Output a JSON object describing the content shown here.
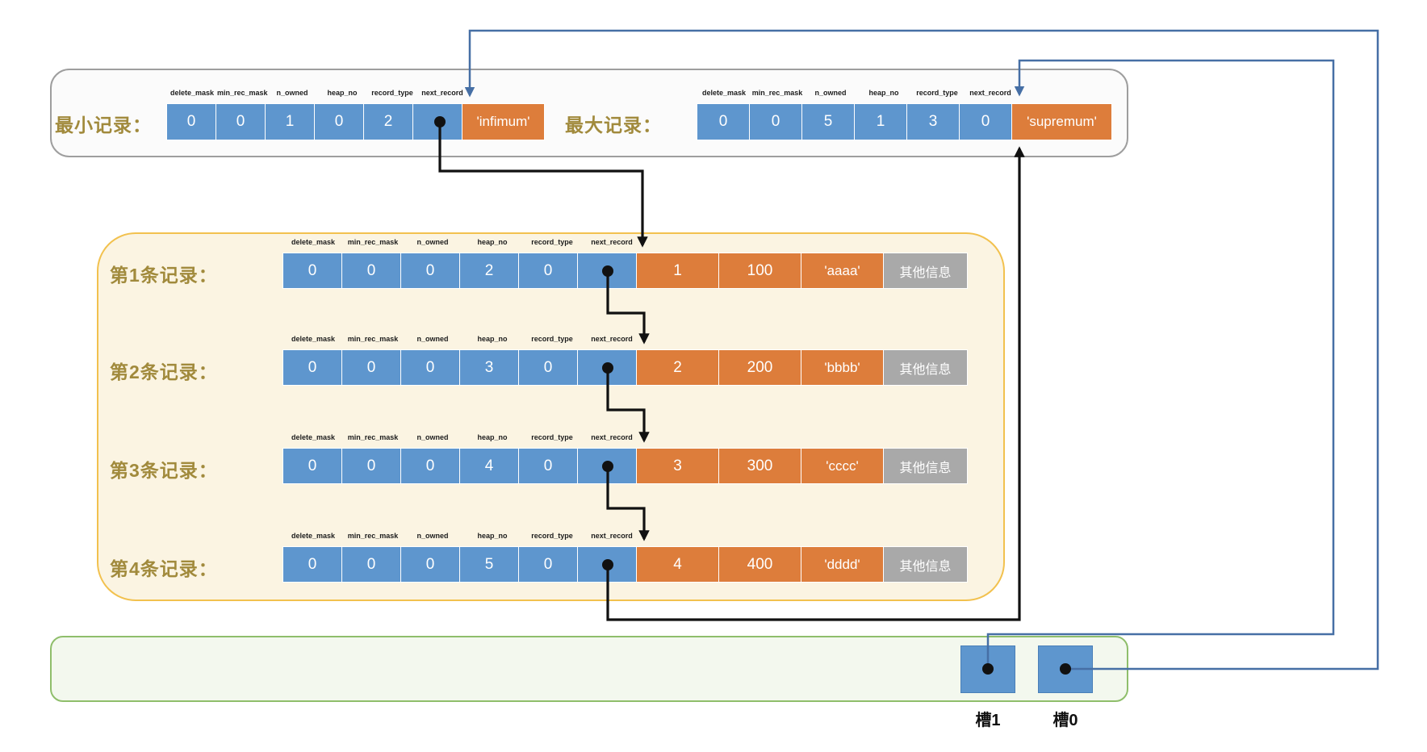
{
  "colors": {
    "cell_blue": "#5E96CE",
    "cell_orange": "#DD7D3B",
    "cell_gray": "#A9A9A9",
    "label_gold": "#A18A3C",
    "connector_blue": "#466FA5",
    "connector_black": "#111111",
    "gray_box_border": "#9e9e9e",
    "yellow_box_border": "#F2C14E",
    "yellow_box_fill": "#FBF4E2",
    "green_box_border": "#8FBE6B",
    "green_box_fill": "#F3F8EE"
  },
  "field_labels": [
    "delete_mask",
    "min_rec_mask",
    "n_owned",
    "heap_no",
    "record_type",
    "next_record"
  ],
  "system_records": {
    "min": {
      "label": "最小记录：",
      "values": [
        "0",
        "0",
        "1",
        "0",
        "2"
      ],
      "next_record_icon": "pointer-dot-icon",
      "data": "'infimum'"
    },
    "max": {
      "label": "最大记录：",
      "values": [
        "0",
        "0",
        "5",
        "1",
        "3",
        "0"
      ],
      "data": "'supremum'"
    }
  },
  "user_records": [
    {
      "label": "第1条记录：",
      "header": [
        "0",
        "0",
        "0",
        "2",
        "0"
      ],
      "next_record_icon": "pointer-dot-icon",
      "fields": [
        "1",
        "100",
        "'aaaa'"
      ],
      "extra": "其他信息"
    },
    {
      "label": "第2条记录：",
      "header": [
        "0",
        "0",
        "0",
        "3",
        "0"
      ],
      "next_record_icon": "pointer-dot-icon",
      "fields": [
        "2",
        "200",
        "'bbbb'"
      ],
      "extra": "其他信息"
    },
    {
      "label": "第3条记录：",
      "header": [
        "0",
        "0",
        "0",
        "4",
        "0"
      ],
      "next_record_icon": "pointer-dot-icon",
      "fields": [
        "3",
        "300",
        "'cccc'"
      ],
      "extra": "其他信息"
    },
    {
      "label": "第4条记录：",
      "header": [
        "0",
        "0",
        "0",
        "5",
        "0"
      ],
      "next_record_icon": "pointer-dot-icon",
      "fields": [
        "4",
        "400",
        "'dddd'"
      ],
      "extra": "其他信息"
    }
  ],
  "page_directory": {
    "slots": [
      {
        "label": "槽1",
        "icon": "pointer-dot-icon"
      },
      {
        "label": "槽0",
        "icon": "pointer-dot-icon"
      }
    ]
  }
}
